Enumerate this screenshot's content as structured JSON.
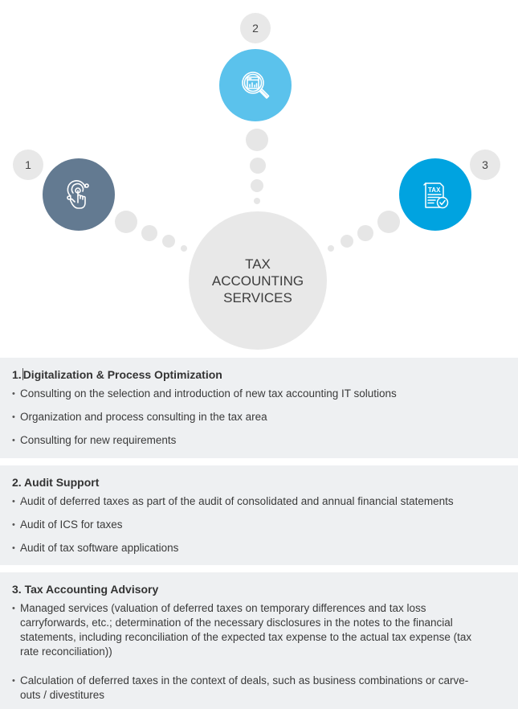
{
  "diagram": {
    "center_label_lines": [
      "TAX",
      "ACCOUNTING",
      "SERVICES"
    ],
    "nodes": [
      {
        "number": "1",
        "icon": "touch-target-icon",
        "color": "#637a91"
      },
      {
        "number": "2",
        "icon": "magnifier-chart-icon",
        "color": "#5bc2ec"
      },
      {
        "number": "3",
        "icon": "tax-document-check-icon",
        "color": "#00a3e0"
      }
    ],
    "connector_color": "#e6e6e6",
    "center_color": "#e8e8e8"
  },
  "sections": [
    {
      "title_number": "1.",
      "title_text": "Digitalization & Process Optimization",
      "items": [
        "Consulting on the selection and introduction of new tax accounting IT solutions",
        "Organization and process consulting in the tax area",
        "Consulting for new requirements"
      ]
    },
    {
      "title": "2. Audit Support",
      "items": [
        "Audit of deferred taxes as part of the audit of consolidated and annual financial statements",
        "Audit of ICS for taxes",
        "Audit of tax software applications"
      ]
    },
    {
      "title": "3. Tax Accounting Advisory",
      "items": [
        "Managed services (valuation of deferred taxes on temporary differences and tax loss carryforwards, etc.; determination of the necessary disclosures in the notes to the financial statements, including reconciliation of the expected tax expense to the actual tax expense (tax rate reconciliation))",
        "Calculation of deferred taxes in the context of deals, such as business combinations or carve-outs / divestitures"
      ]
    }
  ],
  "colors": {
    "section_background": "#eef0f2",
    "node1": "#637a91",
    "node2": "#5bc2ec",
    "node3": "#00a3e0"
  }
}
